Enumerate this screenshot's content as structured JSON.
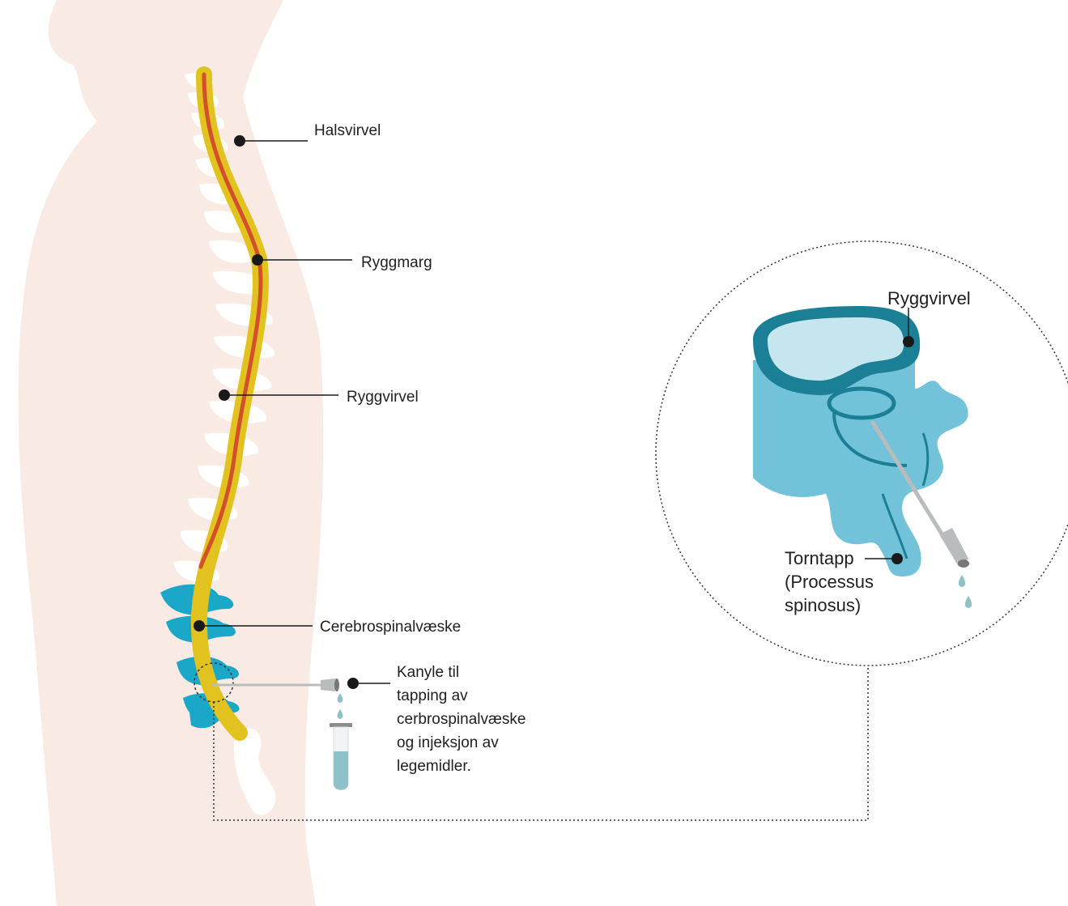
{
  "labels": {
    "cervical": "Halsvirvel",
    "spinal_cord": "Ryggmarg",
    "vertebra": "Ryggvirvel",
    "csf": "Cerebrospinalvæske",
    "needle_line1": "Kanyle til",
    "needle_line2": "tapping av",
    "needle_line3": "cerbrospinalvæske",
    "needle_line4": "og injeksjon av",
    "needle_line5": "legemidler.",
    "zoom_vertebra": "Ryggvirvel",
    "spinous_line1": "Torntapp",
    "spinous_line2": "(Processus",
    "spinous_line3": "spinosus)"
  },
  "colors": {
    "body": "#f9ebe4",
    "bone": "#ffffff",
    "lumbar": "#1ba7c7",
    "cord": "#e2c21e",
    "cord_core": "#d2502a",
    "vertebra_light": "#72c3d9",
    "vertebra_dark": "#1b7f96",
    "fluid": "#8fc1c8",
    "leader": "#1a1a1a"
  }
}
